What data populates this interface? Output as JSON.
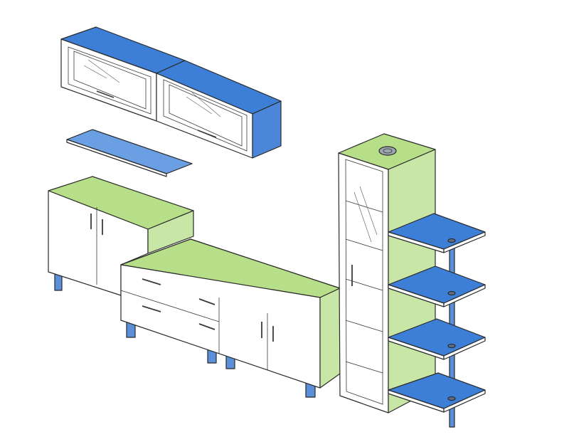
{
  "scene": {
    "subject": "furniture-wall-unit-sketch",
    "palette": {
      "top_blue": "#3d7fd6",
      "top_blue_light": "#6a9fe3",
      "side_blue": "#4b86d8",
      "top_green": "#b7df8a",
      "side_green": "#c8e6a6",
      "leg_blue": "#5b8fd9",
      "paper": "#ffffff",
      "ink": "#2a2a2a"
    },
    "pieces": [
      "wall-cabinet-left",
      "wall-cabinet-right",
      "floating-shelf",
      "side-cabinet",
      "tv-console",
      "tall-glass-cabinet",
      "corner-shelf-stand"
    ]
  }
}
